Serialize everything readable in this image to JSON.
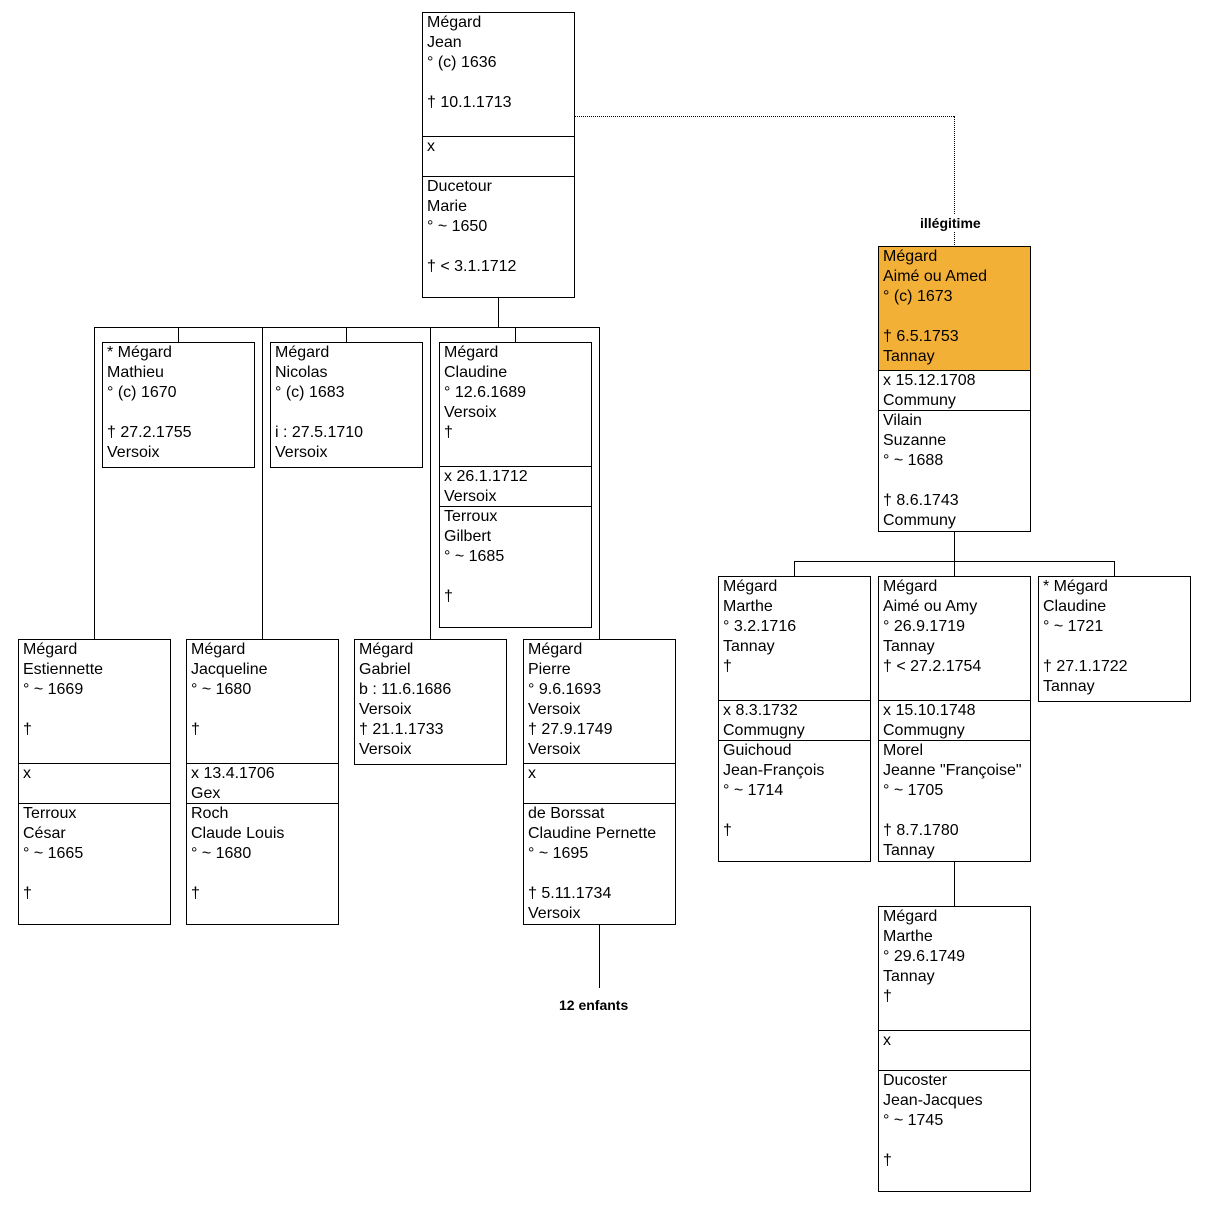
{
  "boxes": {
    "jean": {
      "person1": [
        "Mégard",
        "Jean",
        "° (c) 1636",
        "",
        "† 10.1.1713"
      ],
      "marriage": [
        "x"
      ],
      "spouse": [
        "Ducetour",
        "Marie",
        "° ~ 1650",
        "",
        "† < 3.1.1712"
      ]
    },
    "mathieu": {
      "person1": [
        "* Mégard",
        "Mathieu",
        "° (c) 1670",
        "",
        "† 27.2.1755",
        "Versoix"
      ]
    },
    "nicolas": {
      "person1": [
        "Mégard",
        "Nicolas",
        "° (c) 1683",
        "",
        "i : 27.5.1710",
        "Versoix"
      ]
    },
    "claudine1689": {
      "person1": [
        "Mégard",
        "Claudine",
        "° 12.6.1689",
        "Versoix",
        "†"
      ],
      "marriage": [
        "x 26.1.1712",
        "Versoix"
      ],
      "spouse": [
        "Terroux",
        "Gilbert",
        "° ~ 1685",
        "",
        "†"
      ]
    },
    "estiennette": {
      "person1": [
        "Mégard",
        "Estiennette",
        "° ~ 1669",
        "",
        "†"
      ],
      "marriage": [
        "x"
      ],
      "spouse": [
        "Terroux",
        "César",
        "° ~ 1665",
        "",
        "†"
      ]
    },
    "jacqueline": {
      "person1": [
        "Mégard",
        "Jacqueline",
        "° ~ 1680",
        "",
        "†"
      ],
      "marriage": [
        "x 13.4.1706",
        "Gex"
      ],
      "spouse": [
        "Roch",
        "Claude Louis",
        "° ~ 1680",
        "",
        "†"
      ]
    },
    "gabriel": {
      "person1": [
        "Mégard",
        "Gabriel",
        "b : 11.6.1686",
        "Versoix",
        "† 21.1.1733",
        "Versoix"
      ]
    },
    "pierre": {
      "person1": [
        "Mégard",
        "Pierre",
        "° 9.6.1693",
        "Versoix",
        "† 27.9.1749",
        "Versoix"
      ],
      "marriage": [
        "x"
      ],
      "spouse": [
        "de Borssat",
        "Claudine Pernette",
        "° ~ 1695",
        "",
        "† 5.11.1734",
        "Versoix"
      ]
    },
    "aime1673": {
      "person1": [
        "Mégard",
        "Aimé ou Amed",
        "° (c) 1673",
        "",
        "† 6.5.1753",
        "Tannay"
      ],
      "marriage": [
        "x 15.12.1708",
        "Communy"
      ],
      "spouse": [
        "Vilain",
        "Suzanne",
        "° ~ 1688",
        "",
        "† 8.6.1743",
        "Communy"
      ]
    },
    "marthe1716": {
      "person1": [
        "Mégard",
        "Marthe",
        "° 3.2.1716",
        "Tannay",
        "†"
      ],
      "marriage": [
        "x 8.3.1732",
        "Commugny"
      ],
      "spouse": [
        "Guichoud",
        "Jean-François",
        "° ~ 1714",
        "",
        "†"
      ]
    },
    "aime1719": {
      "person1": [
        "Mégard",
        "Aimé ou Amy",
        "° 26.9.1719",
        "Tannay",
        "† < 27.2.1754"
      ],
      "marriage": [
        "x 15.10.1748",
        "Commugny"
      ],
      "spouse": [
        "Morel",
        "Jeanne \"Françoise\"",
        "° ~ 1705",
        "",
        "† 8.7.1780",
        "Tannay"
      ]
    },
    "claudine1721": {
      "person1": [
        "* Mégard",
        "Claudine",
        "° ~ 1721",
        "",
        "† 27.1.1722",
        "Tannay"
      ]
    },
    "marthe1749": {
      "person1": [
        "Mégard",
        "Marthe",
        "° 29.6.1749",
        "Tannay",
        "†"
      ],
      "marriage": [
        "x"
      ],
      "spouse": [
        "Ducoster",
        "Jean-Jacques",
        "° ~ 1745",
        "",
        "†"
      ]
    }
  },
  "notes": {
    "illegitimate": "illégitime",
    "children": "12 enfants"
  },
  "colors": {
    "highlight": "#f3b036",
    "line": "#000000",
    "background": "#ffffff"
  }
}
